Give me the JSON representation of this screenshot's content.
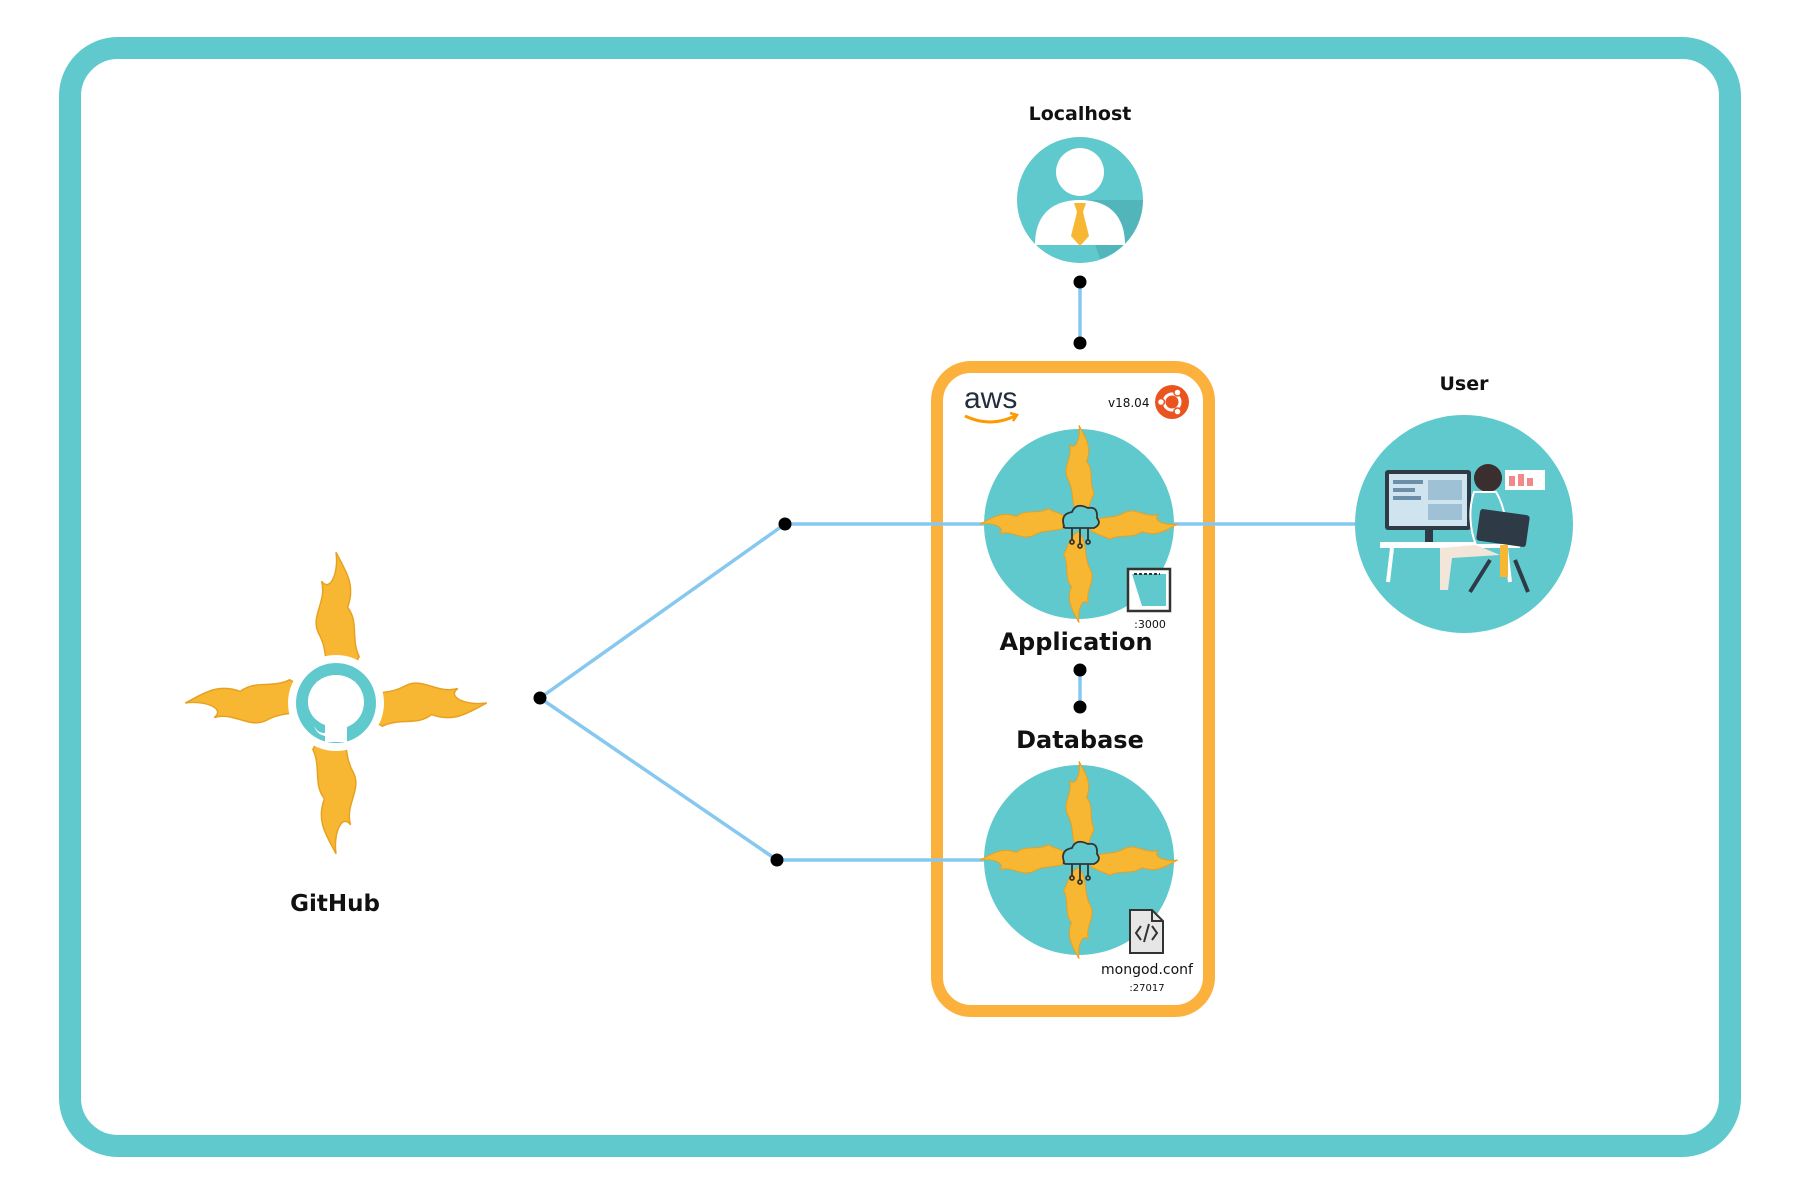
{
  "colors": {
    "frame": "#5FC9CE",
    "aws_box": "#FBB13C",
    "connector": "#86C8F0",
    "node_fill": "#5FC9CE",
    "flame": "#F7B733",
    "dot": "#000000",
    "ubuntu": "#E95420"
  },
  "nodes": {
    "localhost": {
      "label": "Localhost",
      "icon": "person-with-tie-icon"
    },
    "user": {
      "label": "User",
      "icon": "person-at-computer-icon"
    },
    "github": {
      "label": "GitHub",
      "icon": "github-octocat-icon"
    },
    "aws": {
      "logo_text": "aws",
      "os_version": "v18.04",
      "os_icon": "ubuntu-icon"
    },
    "application": {
      "label": "Application",
      "port": ":3000",
      "icon": "cloud-chip-icon",
      "badge_icon": "config-file-icon"
    },
    "database": {
      "label": "Database",
      "file": "mongod.conf",
      "port": ":27017",
      "icon": "cloud-chip-icon",
      "badge_icon": "code-file-icon"
    }
  }
}
